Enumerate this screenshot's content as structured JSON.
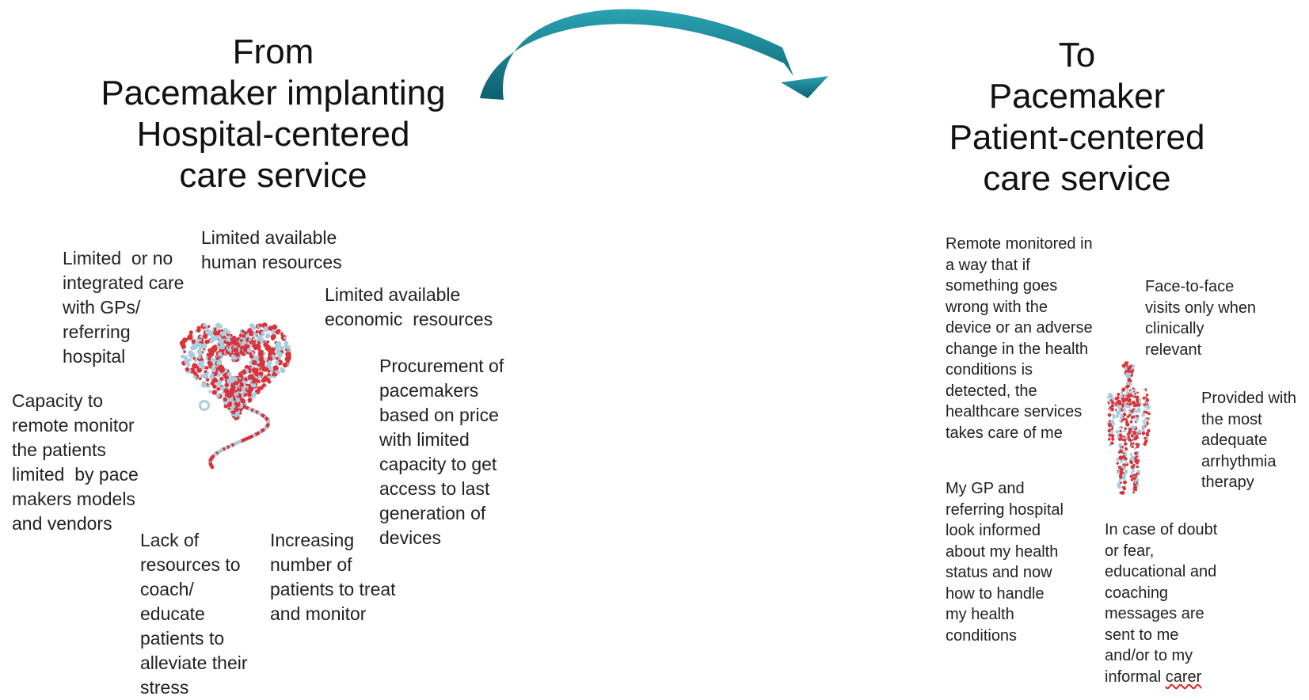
{
  "left": {
    "title_lines": [
      "From",
      "Pacemaker implanting",
      "Hospital-centered",
      "care service"
    ],
    "notes": {
      "integrated_care": "Limited  or no\nintegrated care\nwith GPs/\nreferring\nhospital",
      "human_resources": "Limited available\nhuman resources",
      "economic_resources": "Limited available\neconomic  resources",
      "procurement": "Procurement of\npacemakers\nbased on price\nwith limited\ncapacity to get\naccess to last\ngeneration of\ndevices",
      "remote_monitor": "Capacity to\nremote monitor\nthe patients\nlimited  by pace\nmakers models\nand vendors",
      "coach_resources": "Lack of\nresources to\ncoach/\neducate\npatients to\nalleviate their\nstress",
      "increasing_patients": "Increasing\nnumber of\npatients to treat\nand monitor"
    }
  },
  "right": {
    "title_lines": [
      "To",
      "Pacemaker",
      "Patient-centered",
      "care service"
    ],
    "notes": {
      "remote_monitored": "Remote monitored in\na way that if\nsomething goes\nwrong with the\ndevice or an adverse\nchange in the health\nconditions is\ndetected, the\nhealthcare services\ntakes care of me",
      "face_to_face": "Face-to-face\nvisits only when\nclinically\nrelevant",
      "therapy": "Provided with\nthe most\nadequate\narrhythmia\ntherapy",
      "gp_informed": "My GP and\nreferring hospital\nlook informed\nabout my health\nstatus and now\nhow to handle\nmy health\nconditions",
      "doubt_fear": "In case of doubt\nor fear,\neducational and\ncoaching\nmessages are\nsent to me\nand/or to my\ninformal",
      "doubt_fear_last": "carer"
    }
  },
  "colors": {
    "arrow_dark": "#0d5f6e",
    "arrow_light": "#2aa3b3",
    "dot_red": "#d9343a",
    "dot_blue": "#a9cde0"
  },
  "icons": [
    "curved-arrow-icon",
    "heart-stethoscope-icon",
    "human-figure-icon"
  ]
}
